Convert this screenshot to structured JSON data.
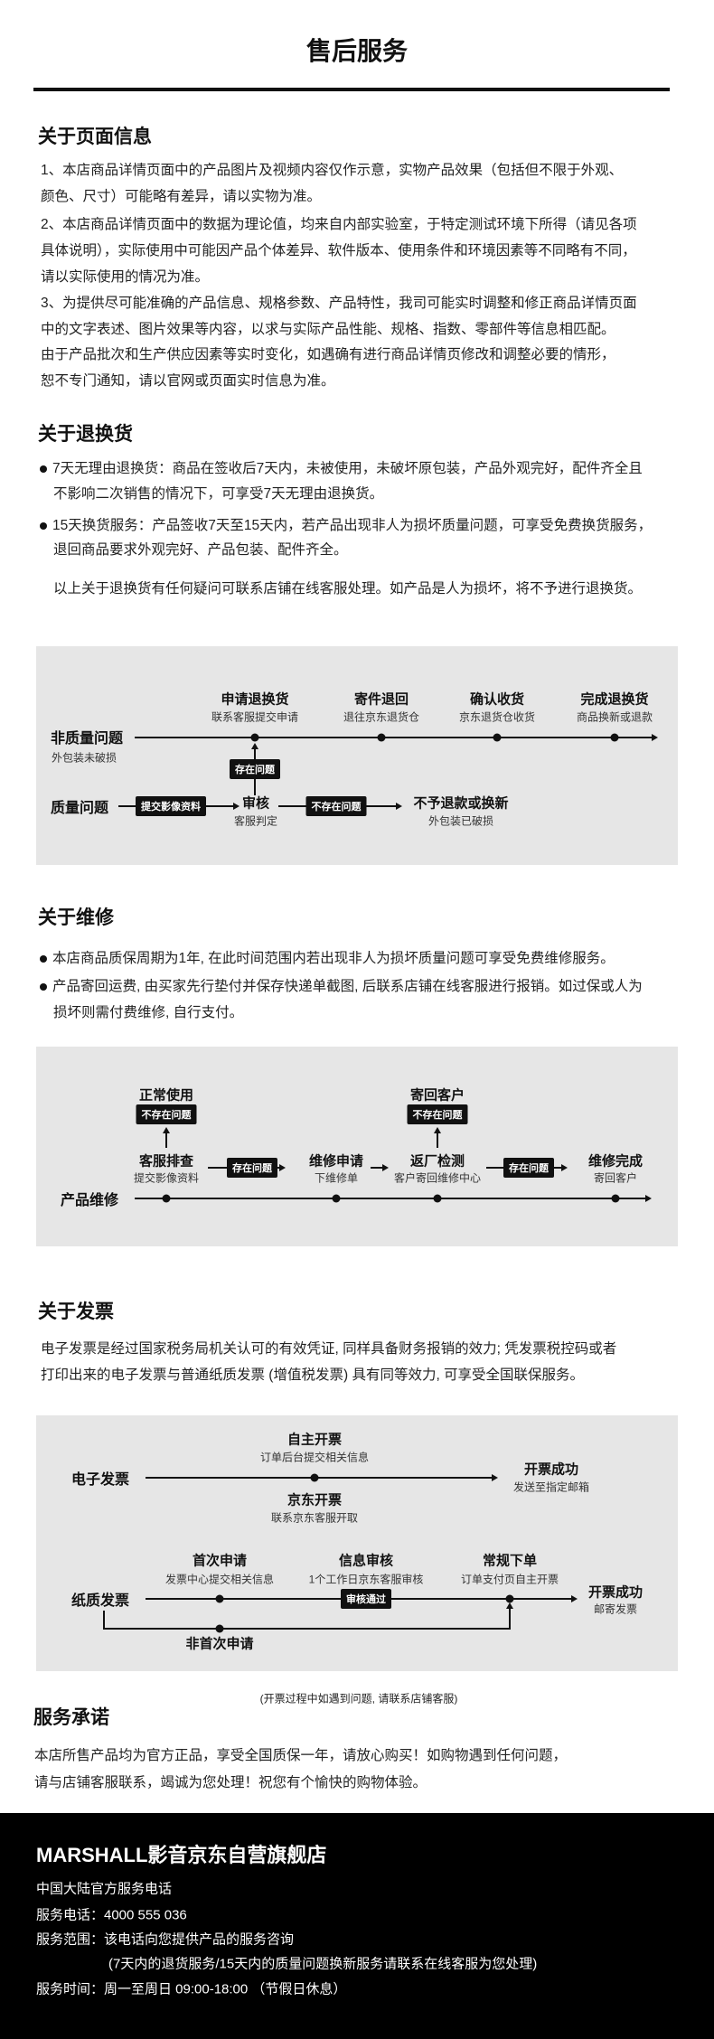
{
  "page_title": "售后服务",
  "page_info": {
    "heading": "关于页面信息",
    "lines": [
      "1、本店商品详情页面中的产品图片及视频内容仅作示意，实物产品效果（包括但不限于外观、",
      "颜色、尺寸）可能略有差异，请以实物为准。",
      "2、本店商品详情页面中的数据为理论值，均来自内部实验室，于特定测试环境下所得（请见各项",
      "具体说明），实际使用中可能因产品个体差异、软件版本、使用条件和环境因素等不同略有不同，",
      "请以实际使用的情况为准。",
      "3、为提供尽可能准确的产品信息、规格参数、产品特性，我司可能实时调整和修正商品详情页面",
      "中的文字表述、图片效果等内容，以求与实际产品性能、规格、指数、零部件等信息相匹配。",
      "由于产品批次和生产供应因素等实时变化，如遇确有进行商品详情页修改和调整必要的情形，",
      "恕不专门通知，请以官网或页面实时信息为准。"
    ]
  },
  "returns": {
    "heading": "关于退换货",
    "bullets": [
      [
        "7天无理由退换货：商品在签收后7天内，未被使用，未破坏原包装，产品外观完好，配件齐全且",
        "不影响二次销售的情况下，可享受7天无理由退换货。"
      ],
      [
        "15天换货服务：产品签收7天至15天内，若产品出现非人为损坏质量问题，可享受免费换货服务，",
        "退回商品要求外观完好、产品包装、配件齐全。"
      ]
    ],
    "note": "以上关于退换货有任何疑问可联系店铺在线客服处理。如产品是人为损坏，将不予进行退换货。",
    "diagram": {
      "row1_label": "非质量问题",
      "row1_sub": "外包装未破损",
      "steps": [
        {
          "title": "申请退换货",
          "sub": "联系客服提交申请"
        },
        {
          "title": "寄件退回",
          "sub": "退往京东退货仓"
        },
        {
          "title": "确认收货",
          "sub": "京东退货仓收货"
        },
        {
          "title": "完成退换货",
          "sub": "商品换新或退款"
        }
      ],
      "row2_label": "质量问题",
      "badge_submit": "提交影像资料",
      "review_title": "审核",
      "review_sub": "客服判定",
      "badge_exists": "存在问题",
      "badge_not_exists": "不存在问题",
      "reject_title": "不予退款或换新",
      "reject_sub": "外包装已破损"
    }
  },
  "repair": {
    "heading": "关于维修",
    "bullets": [
      [
        "本店商品质保周期为1年, 在此时间范围内若出现非人为损坏质量问题可享受免费维修服务。"
      ],
      [
        "产品寄回运费, 由买家先行垫付并保存快递单截图, 后联系店铺在线客服进行报销。如过保或人为",
        "损坏则需付费维修, 自行支付。"
      ]
    ],
    "diagram": {
      "row_label": "产品维修",
      "steps": [
        {
          "title": "客服排查",
          "sub": "提交影像资料"
        },
        {
          "title": "维修申请",
          "sub": "下维修单"
        },
        {
          "title": "返厂检测",
          "sub": "客户寄回维修中心"
        },
        {
          "title": "维修完成",
          "sub": "寄回客户"
        }
      ],
      "badge_exists": "存在问题",
      "badge_not_exists": "不存在问题",
      "branch1_title": "正常使用",
      "branch2_title": "寄回客户"
    }
  },
  "invoice": {
    "heading": "关于发票",
    "lines": [
      "电子发票是经过国家税务局机关认可的有效凭证, 同样具备财务报销的效力; 凭发票税控码或者",
      "打印出来的电子发票与普通纸质发票 (增值税发票) 具有同等效力, 可享受全国联保服务。"
    ],
    "diagram": {
      "e_label": "电子发票",
      "e_top_title": "自主开票",
      "e_top_sub": "订单后台提交相关信息",
      "e_bottom_title": "京东开票",
      "e_bottom_sub": "联系京东客服开取",
      "e_end_title": "开票成功",
      "e_end_sub": "发送至指定邮箱",
      "p_label": "纸质发票",
      "p_steps": [
        {
          "title": "首次申请",
          "sub": "发票中心提交相关信息"
        },
        {
          "title": "信息审核",
          "sub": "1个工作日京东客服审核"
        },
        {
          "title": "常规下单",
          "sub": "订单支付页自主开票"
        }
      ],
      "badge_pass": "审核通过",
      "p_end_title": "开票成功",
      "p_end_sub": "邮寄发票",
      "p_alt": "非首次申请"
    },
    "note": "(开票过程中如遇到问题, 请联系店铺客服)"
  },
  "promise": {
    "heading": "服务承诺",
    "lines": [
      "本店所售产品均为官方正品，享受全国质保一年，请放心购买！如购物遇到任何问题，",
      "请与店铺客服联系，竭诚为您处理！祝您有个愉快的购物体验。"
    ]
  },
  "footer": {
    "store": "MARSHALL影音京东自营旗舰店",
    "line1": "中国大陆官方服务电话",
    "line2": "服务电话：4000 555 036",
    "line3": "服务范围：该电话向您提供产品的服务咨询",
    "line4": "(7天内的退货服务/15天内的质量问题换新服务请联系在线客服为您处理)",
    "line5": "服务时间：周一至周日 09:00-18:00 （节假日休息）"
  }
}
